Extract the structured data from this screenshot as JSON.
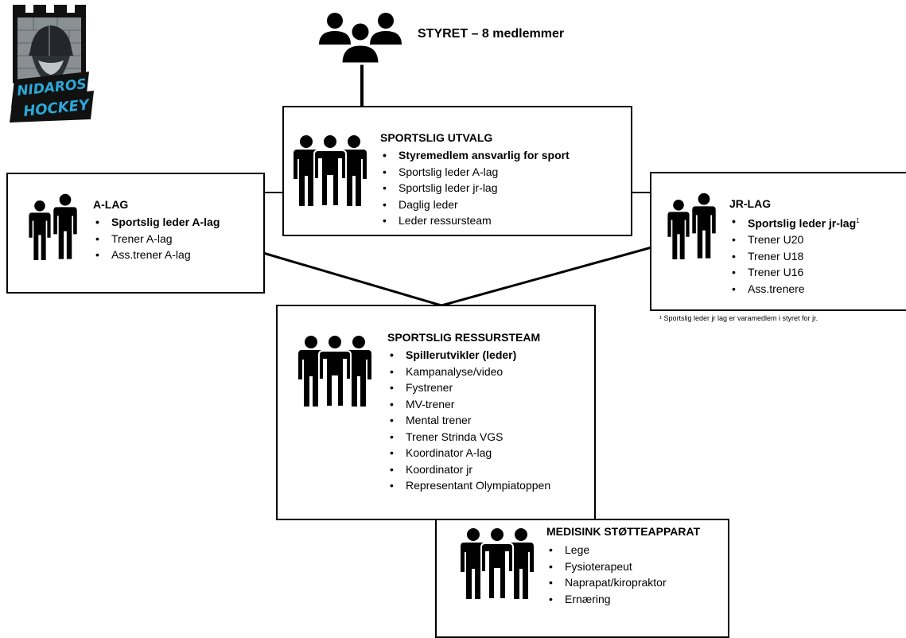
{
  "logo": {
    "line1": "NIDAROS",
    "line2": "HOCKEY"
  },
  "board": {
    "title": "STYRET – 8 medlemmer"
  },
  "sportslig_utvalg": {
    "title": "SPORTSLIG UTVALG",
    "items": [
      "Styremedlem ansvarlig for sport",
      "Sportslig leder A-lag",
      "Sportslig leder jr-lag",
      "Daglig leder",
      "Leder ressursteam"
    ]
  },
  "a_lag": {
    "title": "A-LAG",
    "items": [
      "Sportslig leder A-lag",
      "Trener A-lag",
      "Ass.trener A-lag"
    ]
  },
  "jr_lag": {
    "title": "JR-LAG",
    "items": [
      "Sportslig leder jr-lag",
      "Trener U20",
      "Trener U18",
      "Trener U16",
      "Ass.trenere"
    ],
    "footnote_marker": "1",
    "footnote": "¹ Sportslig leder jr lag er varamedlem i styret for jr."
  },
  "ressursteam": {
    "title": "SPORTSLIG RESSURSTEAM",
    "items": [
      "Spillerutvikler (leder)",
      "Kampanalyse/video",
      "Fystrener",
      "MV-trener",
      "Mental trener",
      "Trener Strinda VGS",
      "Koordinator A-lag",
      "Koordinator jr",
      "Representant Olympiatoppen"
    ]
  },
  "medisinsk": {
    "title": "MEDISINK STØTTEAPPARAT",
    "items": [
      "Lege",
      "Fysioterapeut",
      "Naprapat/kiropraktor",
      "Ernæring"
    ]
  }
}
